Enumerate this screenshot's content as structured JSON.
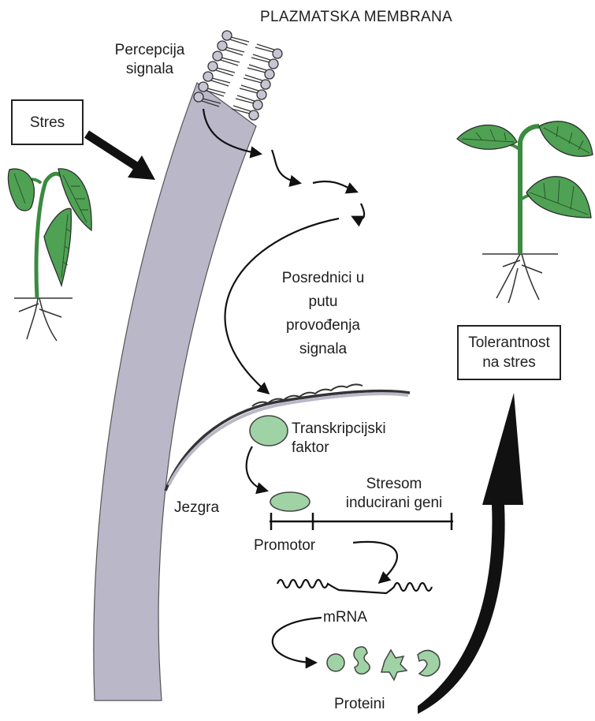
{
  "labels": {
    "plasma_membrane": "PLAZMATSKA MEMBRANA",
    "signal_perception": [
      "Percepcija",
      "signala"
    ],
    "stress": "Stres",
    "mediators": [
      "Posrednici u",
      "putu",
      "provođenja",
      "signala"
    ],
    "transcription_factor": [
      "Transkripcijski",
      "faktor"
    ],
    "nucleus": "Jezgra",
    "stress_genes": [
      "Stresom",
      "inducirani geni"
    ],
    "promoter": "Promotor",
    "mrna": "mRNA",
    "proteins": "Proteini",
    "tolerance": [
      "Tolerantnost",
      "na stres"
    ]
  },
  "colors": {
    "membrane_band": "#b9b7c8",
    "green_fill": "#9fd3a6",
    "plant_green": "#4fa154",
    "outline": "#222222"
  }
}
